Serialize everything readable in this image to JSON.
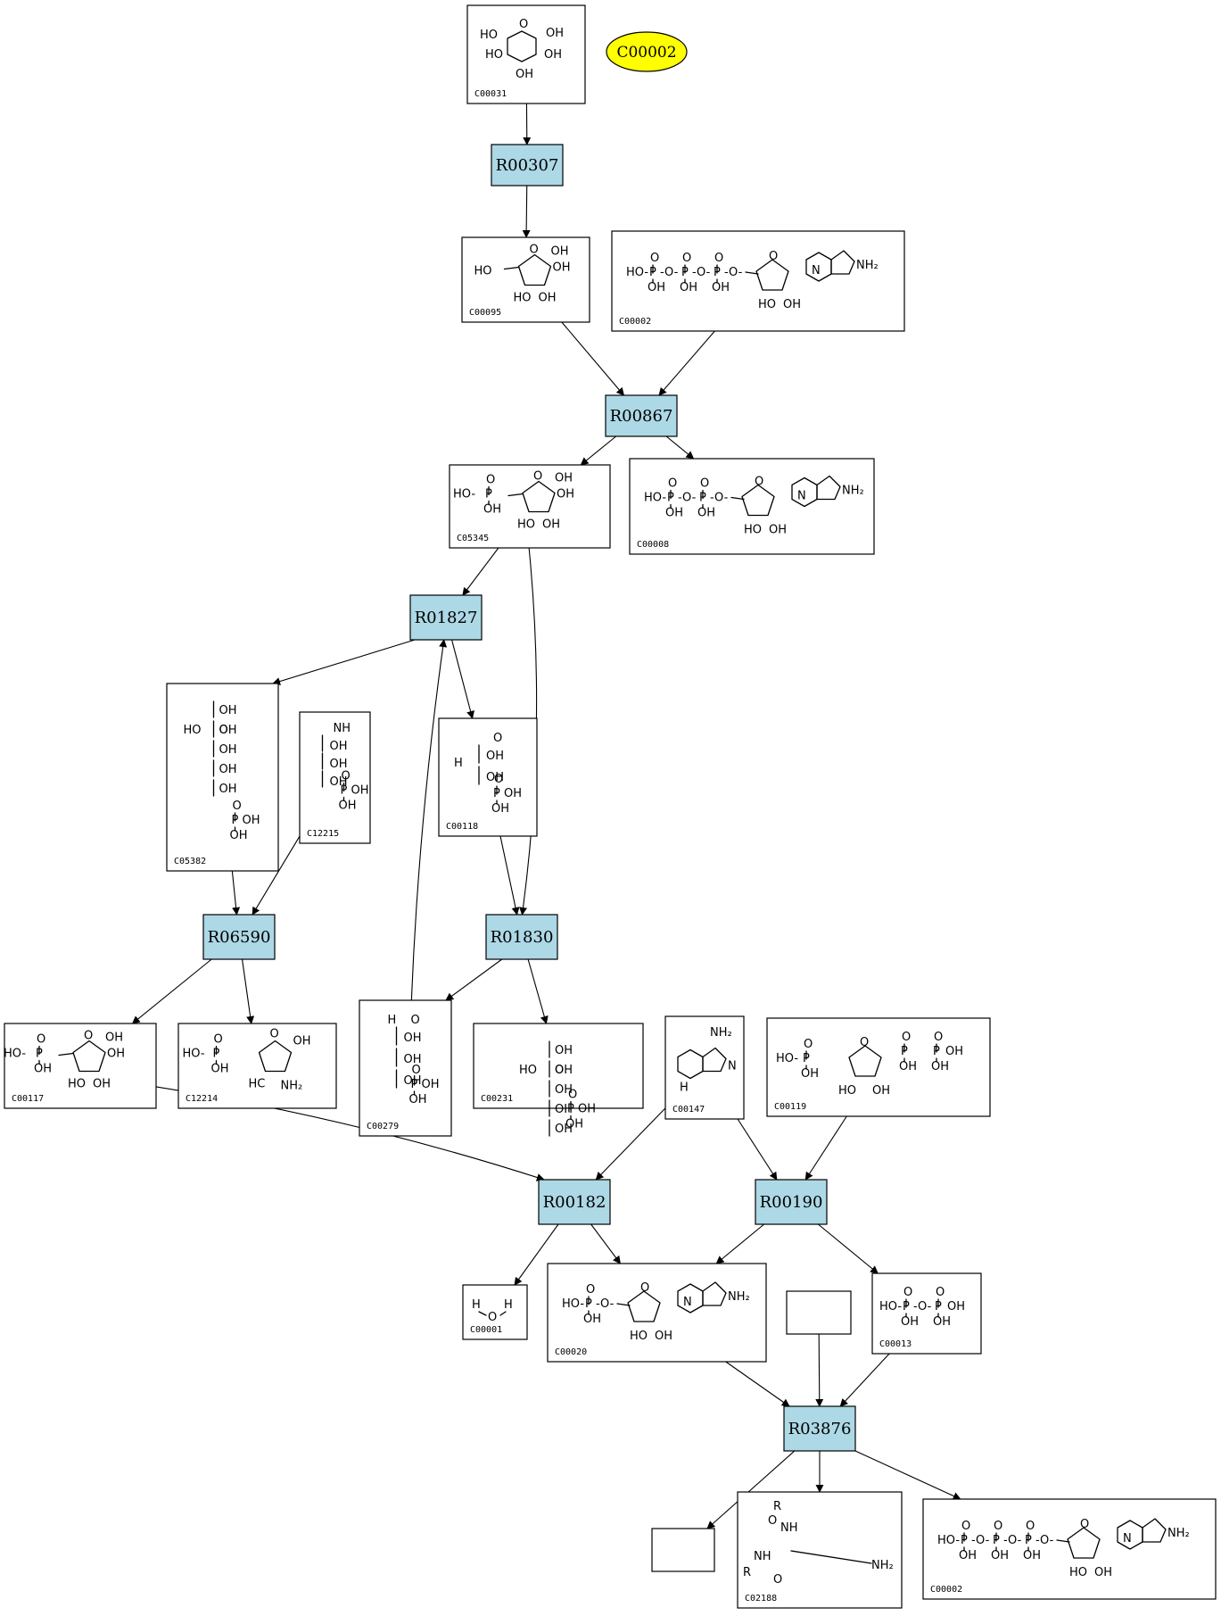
{
  "colors": {
    "reaction_fill": "#add8e6",
    "highlight_fill": "#ffff00",
    "compound_fill": "#ffffff",
    "stroke": "#000000"
  },
  "highlight": {
    "label": "C00002"
  },
  "reactions": [
    {
      "id": "R00307",
      "label": "R00307"
    },
    {
      "id": "R00867",
      "label": "R00867"
    },
    {
      "id": "R01827",
      "label": "R01827"
    },
    {
      "id": "R06590",
      "label": "R06590"
    },
    {
      "id": "R01830",
      "label": "R01830"
    },
    {
      "id": "R00182",
      "label": "R00182"
    },
    {
      "id": "R00190",
      "label": "R00190"
    },
    {
      "id": "R03876",
      "label": "R03876"
    }
  ],
  "compounds": [
    {
      "id": "C00031",
      "label": "C00031",
      "structure": "pyranose-sugar"
    },
    {
      "id": "C00095",
      "label": "C00095",
      "structure": "furanose-sugar"
    },
    {
      "id": "C00002a",
      "label": "C00002",
      "structure": "triphosphate-nucleotide"
    },
    {
      "id": "C05345",
      "label": "C05345",
      "structure": "furanose-phosphate"
    },
    {
      "id": "C00008",
      "label": "C00008",
      "structure": "diphosphate-nucleotide"
    },
    {
      "id": "C05382",
      "label": "C05382",
      "structure": "open-chain-ketose-phosphate"
    },
    {
      "id": "C12215",
      "label": "C12215",
      "structure": "imine-chain-phosphate"
    },
    {
      "id": "C00118",
      "label": "C00118",
      "structure": "triose-phosphate"
    },
    {
      "id": "C00117",
      "label": "C00117",
      "structure": "furanose-phosphate"
    },
    {
      "id": "C12214",
      "label": "C12214",
      "structure": "amino-furanose-phosphate"
    },
    {
      "id": "C00279",
      "label": "C00279",
      "structure": "tetrose-phosphate"
    },
    {
      "id": "C00231",
      "label": "C00231",
      "structure": "open-chain-ketose-phosphate"
    },
    {
      "id": "C00147",
      "label": "C00147",
      "structure": "purine-base"
    },
    {
      "id": "C00119",
      "label": "C00119",
      "structure": "furanose-diphosphate"
    },
    {
      "id": "C00001",
      "label": "C00001",
      "structure": "water"
    },
    {
      "id": "C00020",
      "label": "C00020",
      "structure": "monophosphate-nucleotide"
    },
    {
      "id": "blank1",
      "label": "",
      "structure": "none"
    },
    {
      "id": "C00013",
      "label": "C00013",
      "structure": "diphosphate"
    },
    {
      "id": "blank2",
      "label": "",
      "structure": "none"
    },
    {
      "id": "C02188",
      "label": "C02188",
      "structure": "lysine-residue"
    },
    {
      "id": "C00002b",
      "label": "C00002",
      "structure": "triphosphate-nucleotide"
    }
  ],
  "edges": [
    [
      "C00031",
      "R00307"
    ],
    [
      "R00307",
      "C00095"
    ],
    [
      "C00095",
      "R00867"
    ],
    [
      "C00002a",
      "R00867"
    ],
    [
      "R00867",
      "C05345"
    ],
    [
      "R00867",
      "C00008"
    ],
    [
      "C05345",
      "R01827"
    ],
    [
      "C05345",
      "R01830"
    ],
    [
      "R01827",
      "C05382"
    ],
    [
      "R01827",
      "C00118"
    ],
    [
      "C05382",
      "R06590"
    ],
    [
      "C12215",
      "R06590"
    ],
    [
      "C00118",
      "R01830"
    ],
    [
      "C00279",
      "R01827"
    ],
    [
      "R06590",
      "C00117"
    ],
    [
      "R06590",
      "C12214"
    ],
    [
      "R01830",
      "C00279"
    ],
    [
      "R01830",
      "C00231"
    ],
    [
      "C00117",
      "R00182"
    ],
    [
      "C00147",
      "R00182"
    ],
    [
      "C00147",
      "R00190"
    ],
    [
      "C00119",
      "R00190"
    ],
    [
      "R00182",
      "C00001"
    ],
    [
      "R00182",
      "C00020"
    ],
    [
      "R00190",
      "C00020"
    ],
    [
      "R00190",
      "C00013"
    ],
    [
      "C00020",
      "R03876"
    ],
    [
      "blank1",
      "R03876"
    ],
    [
      "C00013",
      "R03876"
    ],
    [
      "R03876",
      "blank2"
    ],
    [
      "R03876",
      "C02188"
    ],
    [
      "R03876",
      "C00002b"
    ]
  ],
  "atoms": {
    "OH": "OH",
    "HO": "HO",
    "O": "O",
    "P": "P",
    "N": "N",
    "NH": "NH",
    "NH2": "NH₂",
    "H": "H",
    "R": "R",
    "HC": "HC"
  }
}
